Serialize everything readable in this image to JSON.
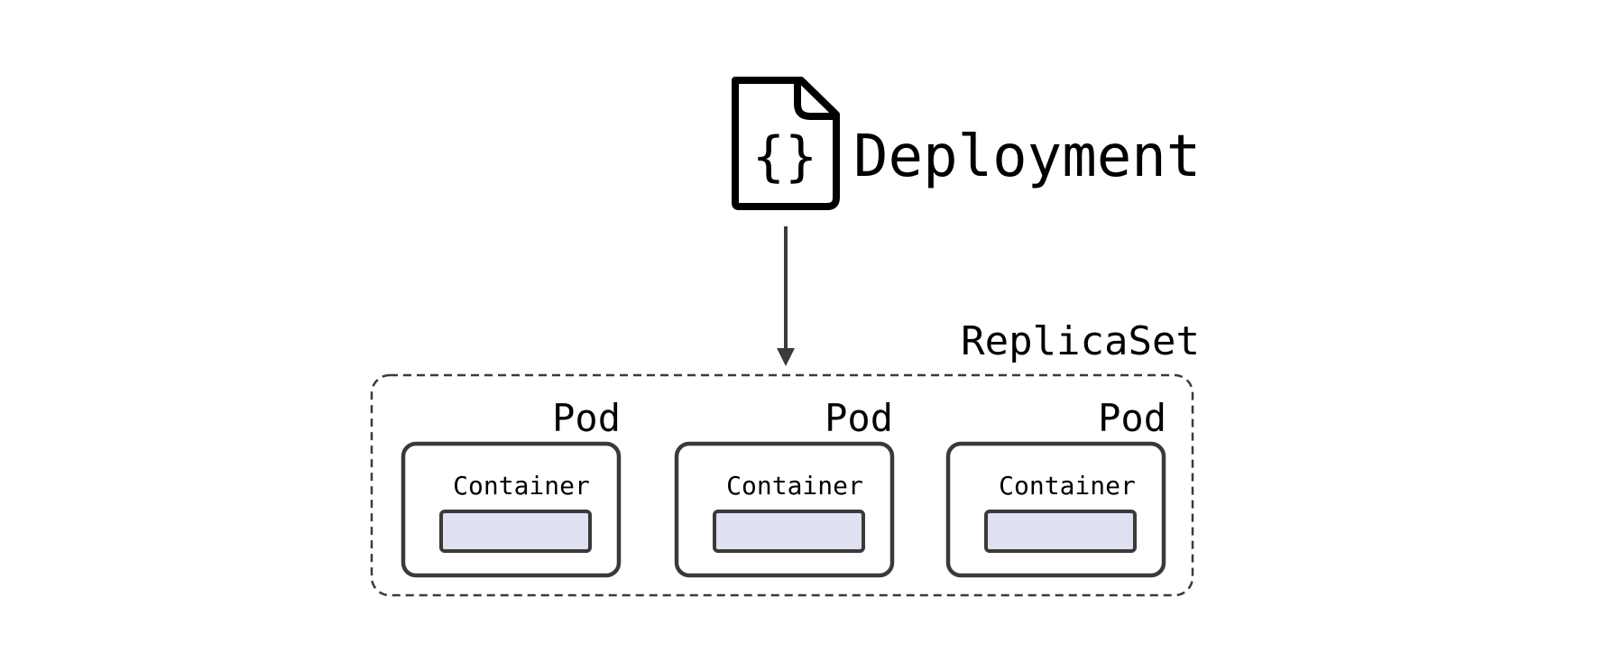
{
  "deployment": {
    "icon": "json-file-icon",
    "braces": "{}",
    "label": "Deployment"
  },
  "replicaset": {
    "label": "ReplicaSet"
  },
  "pods": [
    {
      "label": "Pod",
      "container_label": "Container"
    },
    {
      "label": "Pod",
      "container_label": "Container"
    },
    {
      "label": "Pod",
      "container_label": "Container"
    }
  ],
  "colors": {
    "stroke": "#3a3a3a",
    "icon": "#000000",
    "container_fill": "#dde1f1",
    "text": "#000000"
  }
}
